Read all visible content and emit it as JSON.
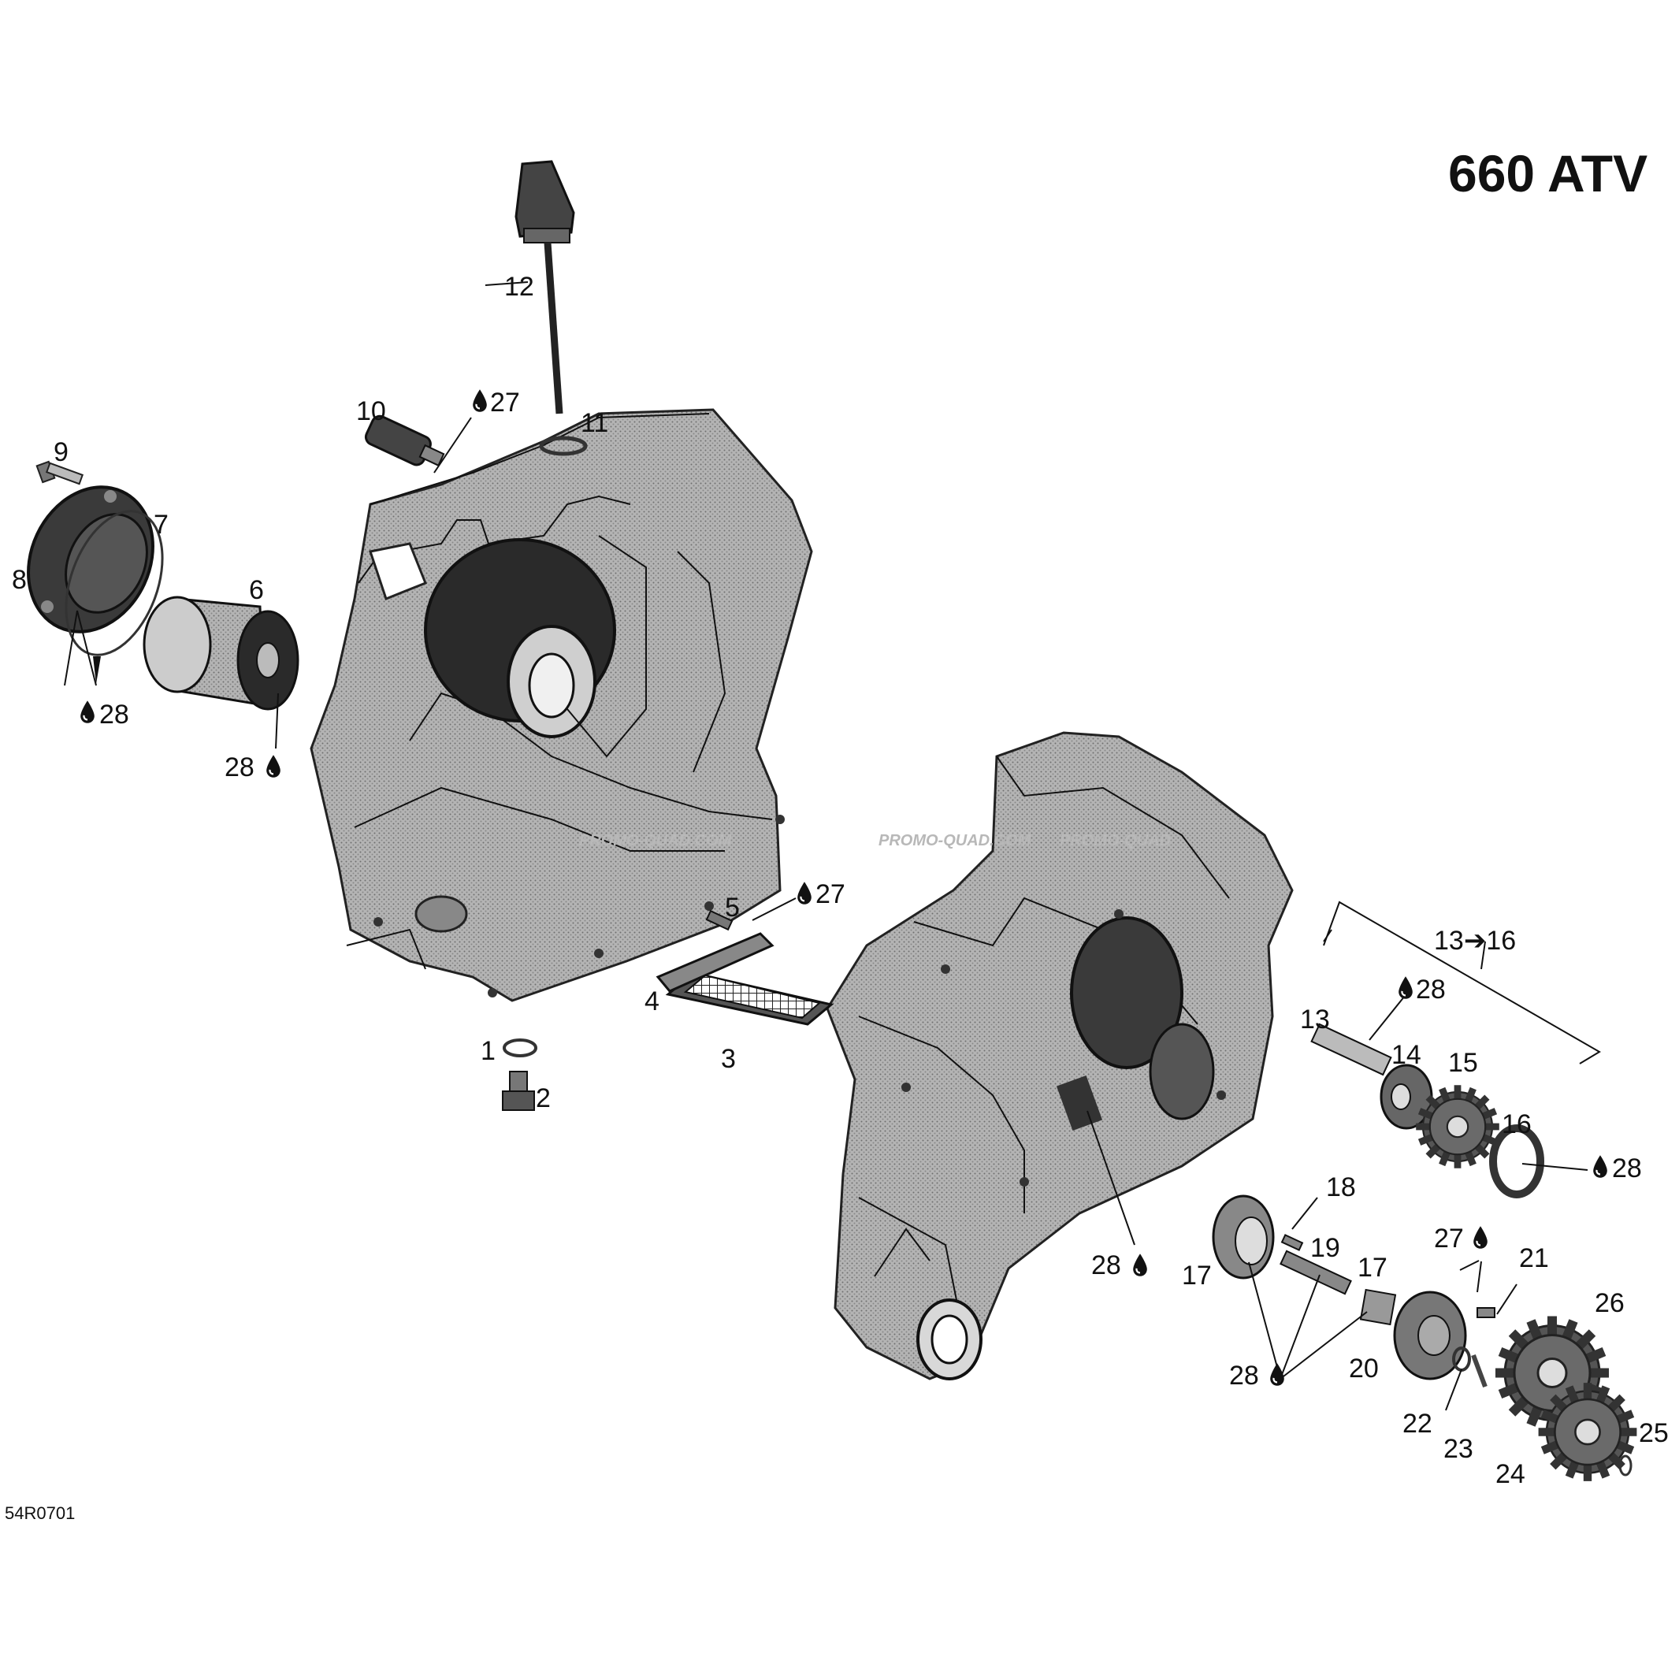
{
  "title": "660 ATV",
  "reference": "54R0701",
  "watermarks": [
    "PROMO-QUAD.COM",
    "PROMO-QUAD.COM",
    "PROMO-QUAD"
  ],
  "colors": {
    "ink": "#111111",
    "part_fill": "#9a9a9a",
    "part_dark": "#555555",
    "watermark": "#b8b8b8"
  },
  "callouts": {
    "c1": "1",
    "c2": "2",
    "c3": "3",
    "c4": "4",
    "c5": "5",
    "c6": "6",
    "c7": "7",
    "c8": "8",
    "c9": "9",
    "c10": "10",
    "c11": "11",
    "c12": "12",
    "c13": "13",
    "c14": "14",
    "c15": "15",
    "c16": "16",
    "c17a": "17",
    "c17b": "17",
    "c18": "18",
    "c19": "19",
    "c20": "20",
    "c21": "21",
    "c22": "22",
    "c23": "23",
    "c24": "24",
    "c25": "25",
    "c26": "26",
    "c27a": "27",
    "c27b": "27",
    "c27c": "27",
    "c28a": "28",
    "c28b": "28",
    "c28c": "28",
    "c28d": "28",
    "c28e": "28",
    "c28f": "28",
    "kit": "13➔16"
  },
  "icons": {
    "oil_drop": "oil-drop-icon"
  }
}
